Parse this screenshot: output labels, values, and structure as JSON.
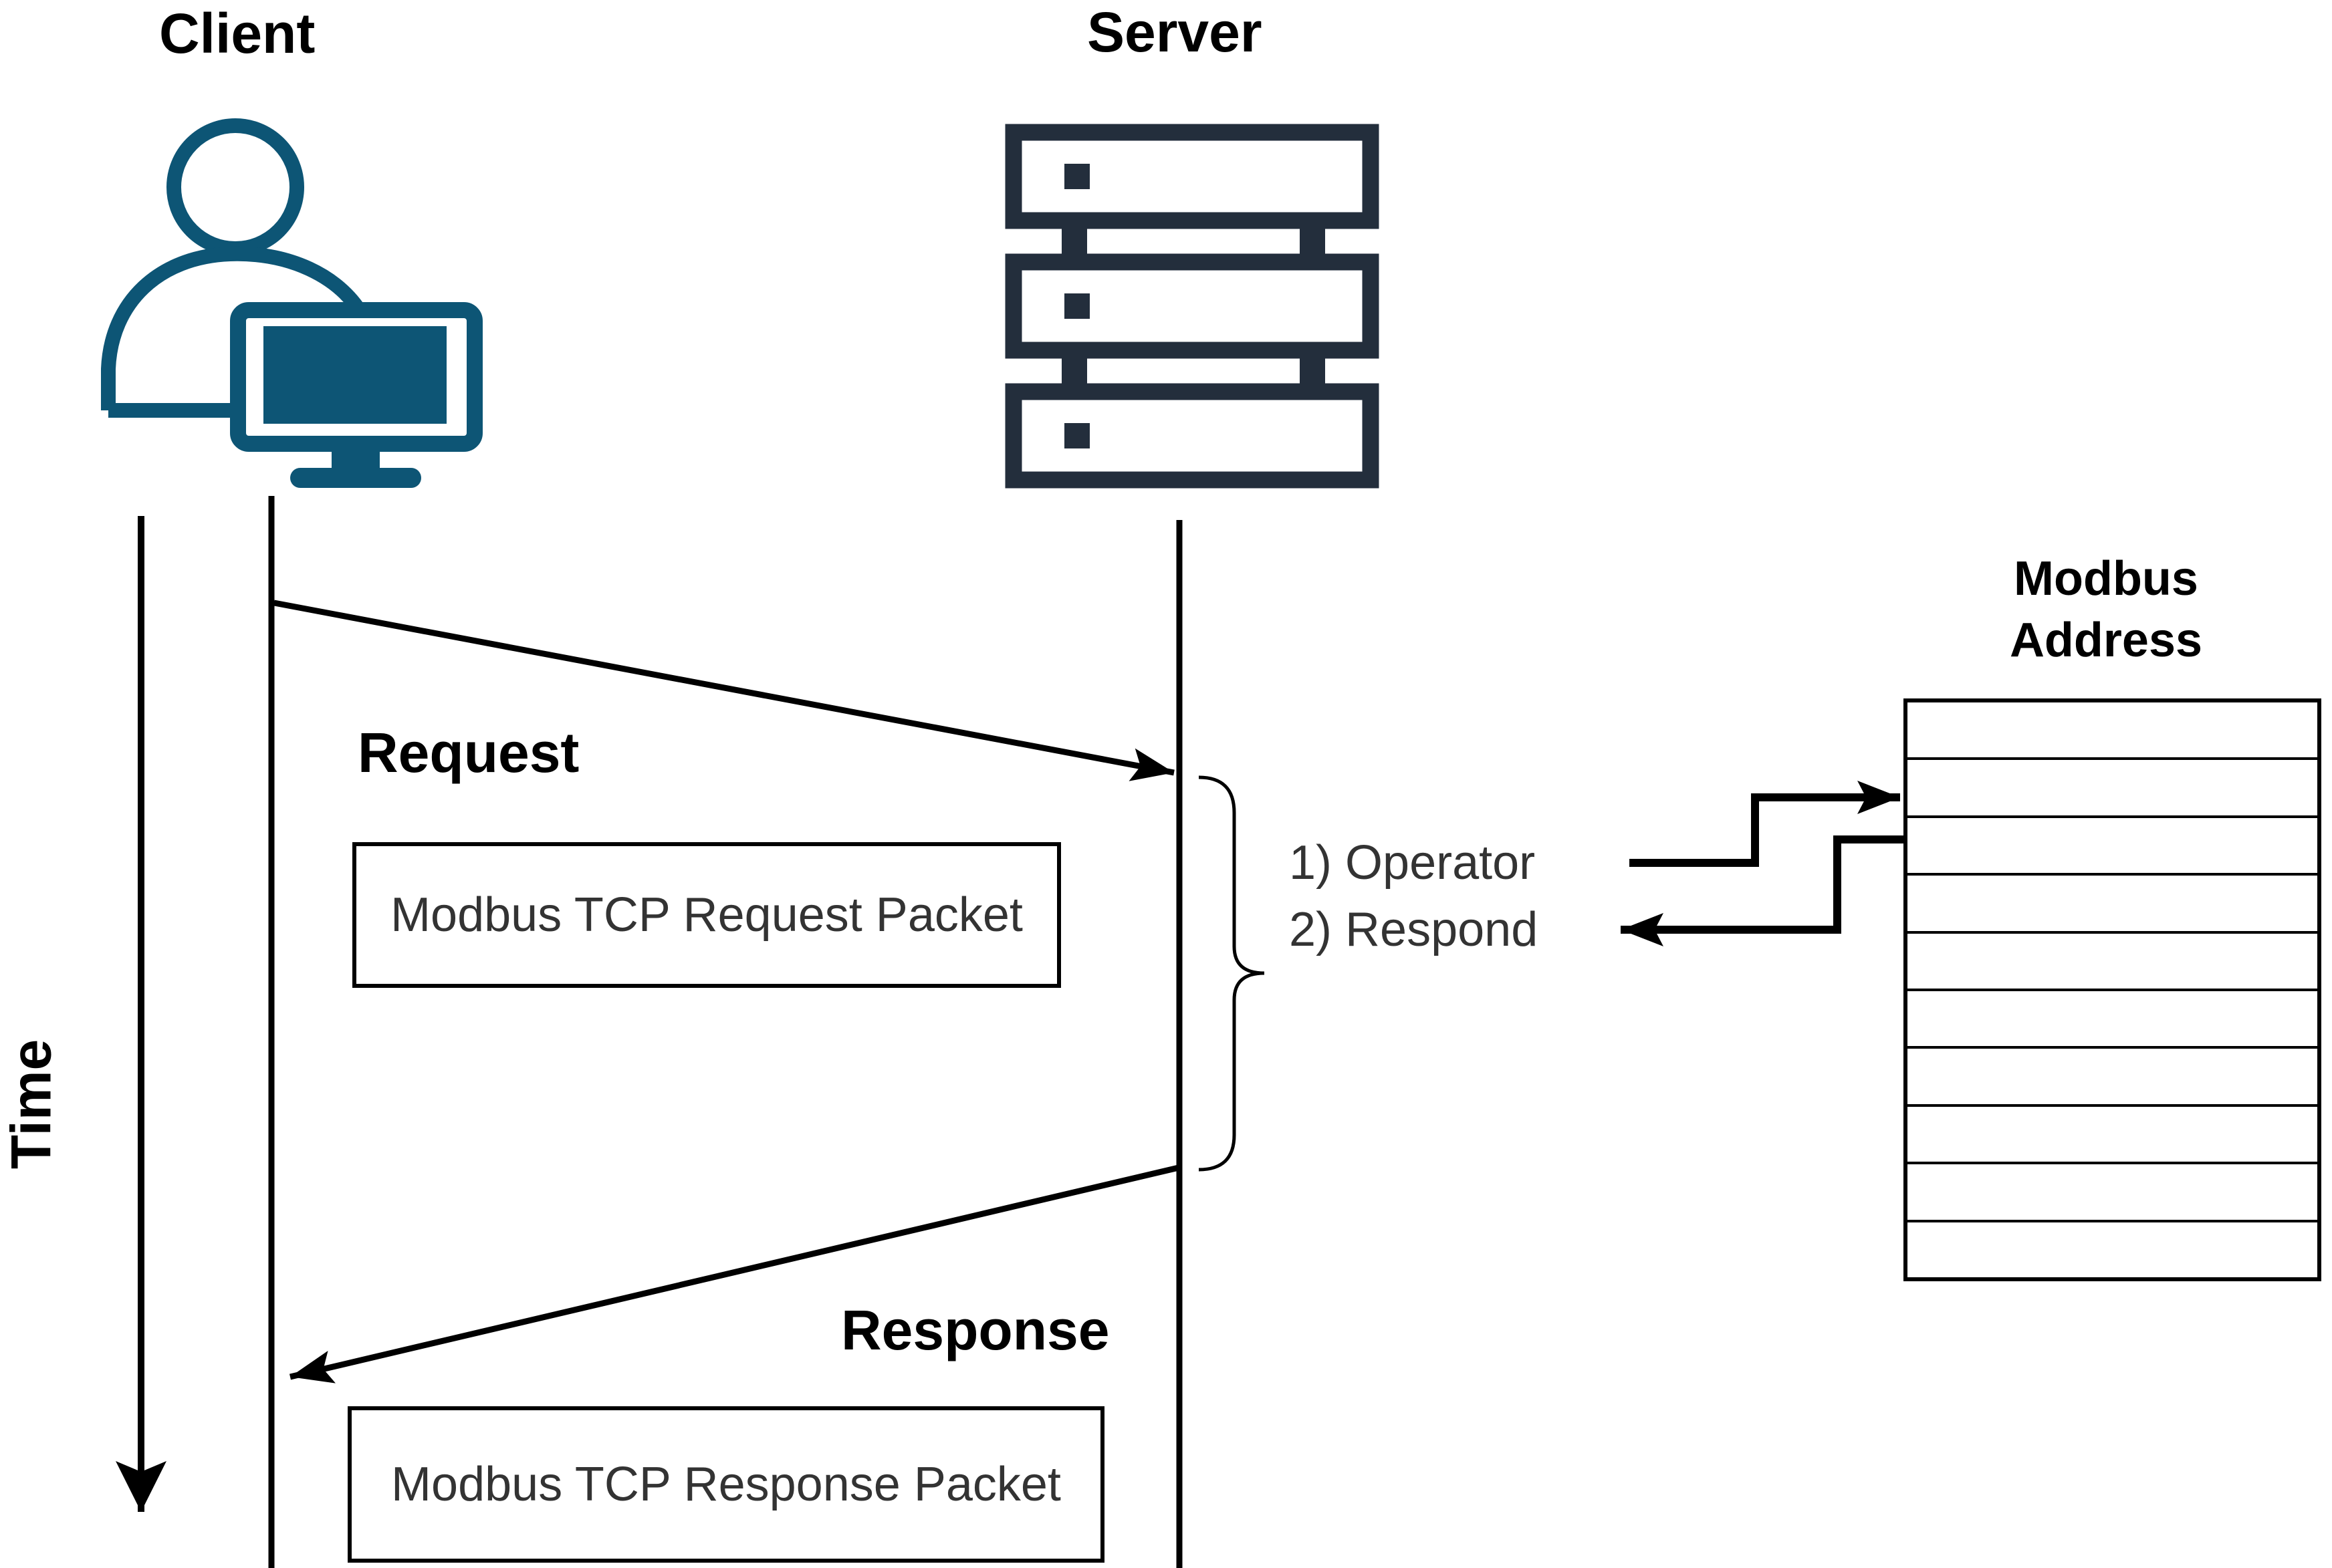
{
  "actors": {
    "client": {
      "label": "Client",
      "icon": "person-at-monitor-icon"
    },
    "server": {
      "label": "Server",
      "icon": "server-stack-icon"
    }
  },
  "time_axis": {
    "label": "Time",
    "direction": "down"
  },
  "messages": {
    "request": {
      "label": "Request",
      "packet": "Modbus TCP Request Packet",
      "from": "client",
      "to": "server"
    },
    "response": {
      "label": "Response",
      "packet": "Modbus TCP Response Packet",
      "from": "server",
      "to": "client"
    }
  },
  "server_processing": {
    "brace": "}",
    "steps": [
      {
        "label": "1) Operator"
      },
      {
        "label": "2) Respond"
      }
    ],
    "operator_arrow_target_row": 2,
    "respond_arrow_source_row": 3
  },
  "modbus_table": {
    "title_line1": "Modbus",
    "title_line2": "Address",
    "row_count": 10,
    "rows_empty": true
  },
  "colors": {
    "background": "#FFFFFF",
    "line": "#000000",
    "text": "#000000",
    "body_text": "#333333",
    "client_icon": "#0D5575",
    "server_icon": "#232E3C"
  }
}
